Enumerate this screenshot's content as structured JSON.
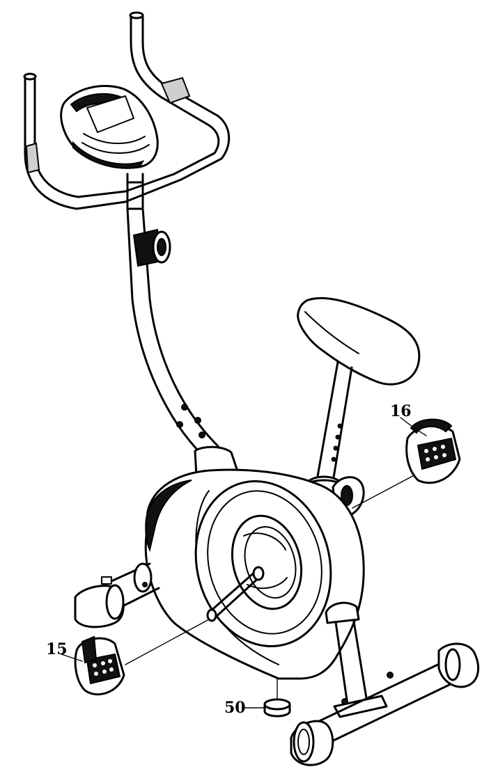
{
  "callouts": {
    "part_16": "16",
    "part_15": "15",
    "part_50": "50"
  }
}
